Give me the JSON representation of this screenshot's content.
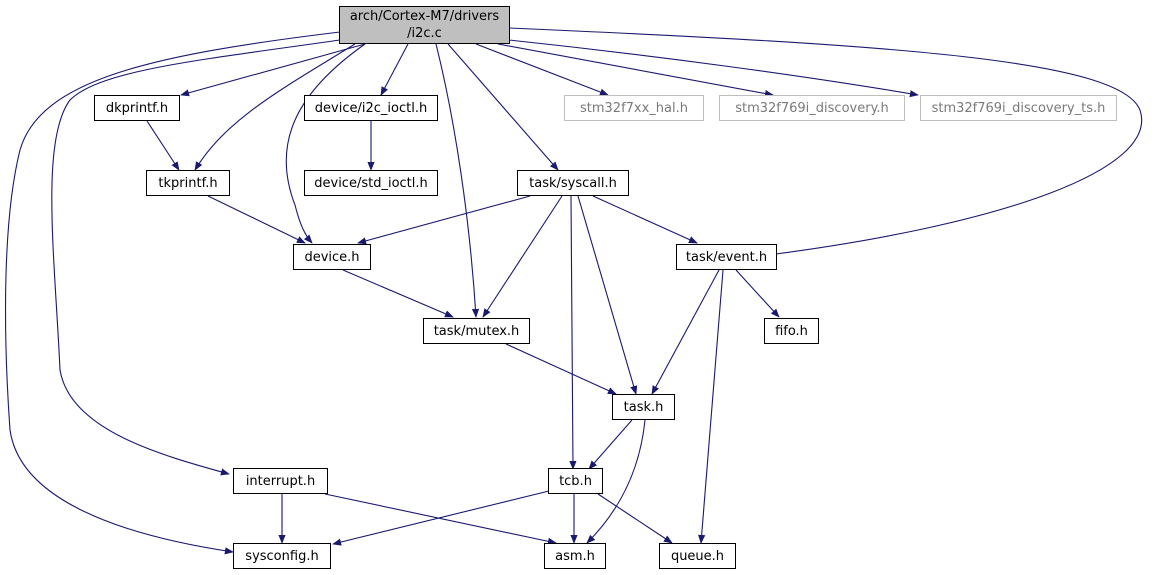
{
  "root": {
    "line1": "arch/Cortex-M7/drivers",
    "line2": "/i2c.c"
  },
  "nodes": {
    "dkprintf": "dkprintf.h",
    "i2c_ioctl": "device/i2c_ioctl.h",
    "stm32f7xx_hal": "stm32f7xx_hal.h",
    "stm32f769i_discovery": "stm32f769i_discovery.h",
    "stm32f769i_discovery_ts": "stm32f769i_discovery_ts.h",
    "tkprintf": "tkprintf.h",
    "std_ioctl": "device/std_ioctl.h",
    "syscall": "task/syscall.h",
    "device": "device.h",
    "event": "task/event.h",
    "mutex": "task/mutex.h",
    "fifo": "fifo.h",
    "task": "task.h",
    "interrupt": "interrupt.h",
    "tcb": "tcb.h",
    "sysconfig": "sysconfig.h",
    "asm": "asm.h",
    "queue": "queue.h"
  },
  "colors": {
    "edge": "#191970",
    "root_fill": "#bfbfbf",
    "external_border": "#bfbfbf",
    "external_text": "#7a7a7a"
  }
}
